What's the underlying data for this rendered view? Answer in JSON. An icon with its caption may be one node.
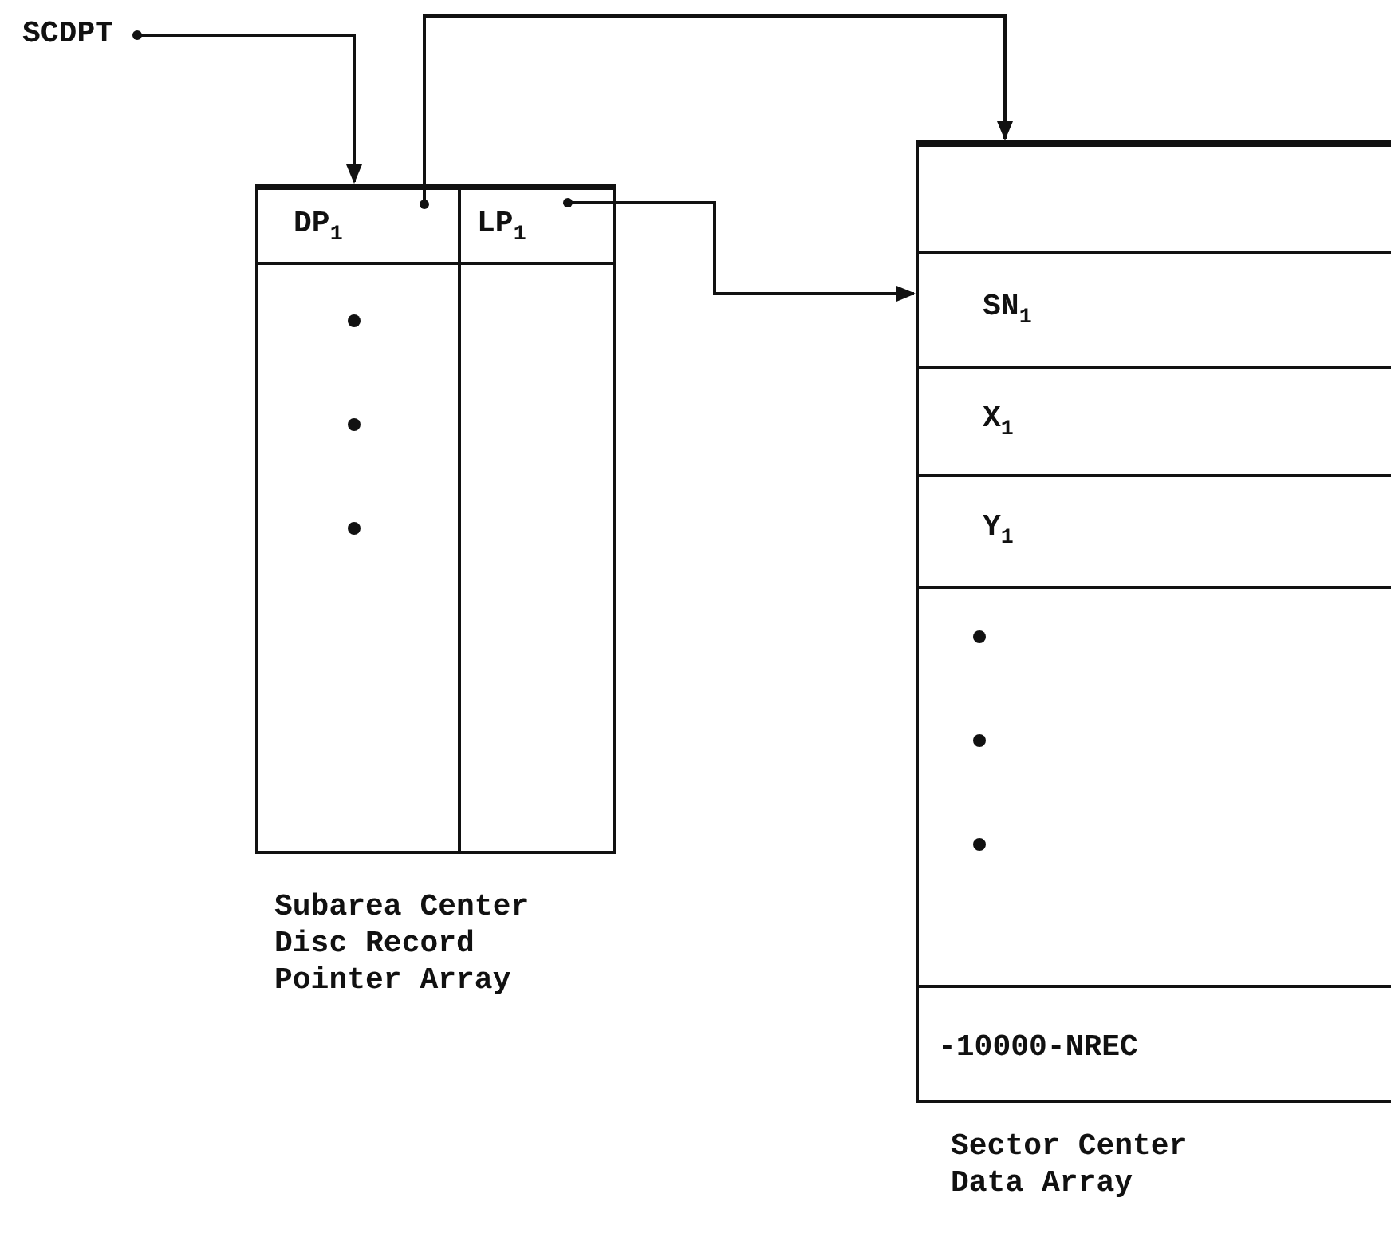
{
  "diagram": {
    "nodes": [
      {
        "text": [
          "SCDPT"
        ]
      },
      {
        "text": [
          "Subarea Center Disc Record Pointer Array"
        ]
      },
      {
        "text": [
          "DP$_{1}$"
        ],
        "in": 1
      },
      {
        "text": [
          "LP$_{1}$"
        ],
        "in": 1
      },
      {
        "text": [],
        "shape": "box",
        "in": 1
      },
      {
        "text": [],
        "shape": "box",
        "in": 1
      },
      {
        "text": [
          "Sector Center Data Array"
        ]
      },
      {
        "text": [],
        "shape": "box",
        "in": 6
      },
      {
        "text": [
          "SN$_{1}$"
        ],
        "in": 6
      },
      {
        "text": [
          "X$_{1}$"
        ],
        "in": 6
      },
      {
        "text": [
          "Y$_{1}$"
        ],
        "in": 6
      },
      {
        "text": [],
        "shape": "box",
        "in": 6
      },
      {
        "text": [
          "-10000-NREC"
        ],
        "in": 6
      }
    ],
    "edges": [
      {
        "from": 0,
        "to": 2,
        "arrow": "to"
      },
      {
        "from": 2,
        "to": 7,
        "arrow": "to"
      },
      {
        "from": 3,
        "to": 8,
        "arrow": "to"
      }
    ]
  }
}
